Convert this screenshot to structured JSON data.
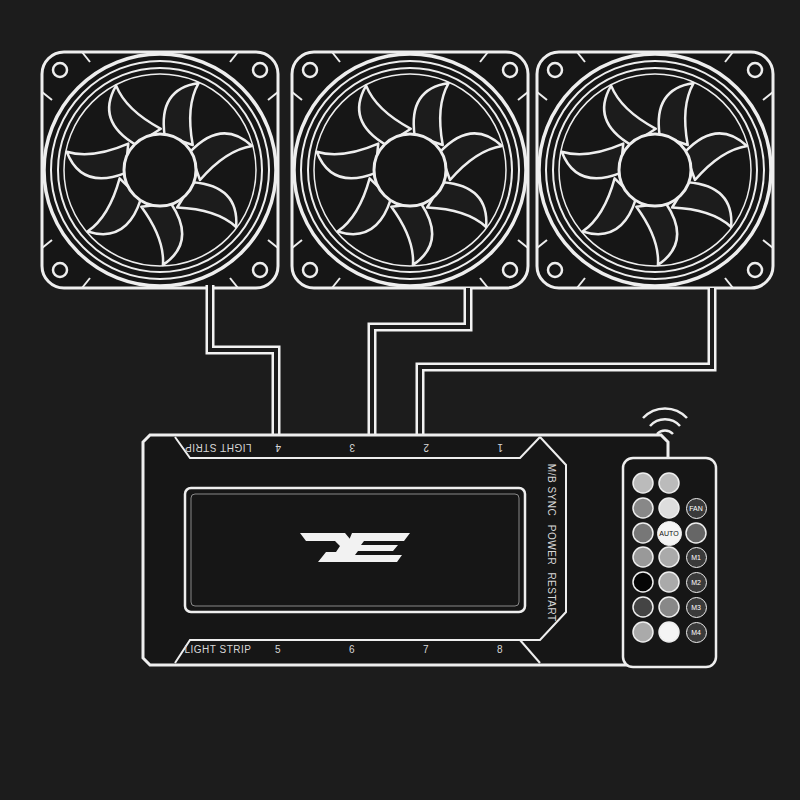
{
  "diagram": {
    "nodes": [
      {
        "text": [
          "LIGHT STRIP",
          "4",
          "3",
          "2",
          "1",
          "M/B SYNC",
          "POWER",
          "RESTART",
          "LIGHT STRIP",
          "5",
          "6",
          "7",
          "8"
        ]
      },
      {
        "text": [
          "FAN"
        ]
      },
      {
        "text": [
          "AUTO"
        ]
      },
      {
        "text": [
          "M1"
        ]
      },
      {
        "text": [
          "M2"
        ]
      },
      {
        "text": [
          "M3"
        ]
      },
      {
        "text": [
          "M4"
        ]
      }
    ]
  }
}
